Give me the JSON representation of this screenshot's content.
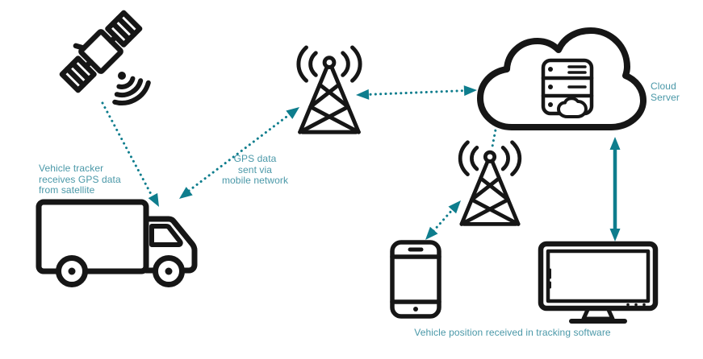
{
  "colors": {
    "accent": "#0e7d8d",
    "label": "#4a98a8",
    "icon": "#161616",
    "background": "#ffffff"
  },
  "labels": {
    "vehicle_tracker": {
      "line1": "Vehicle tracker",
      "line2": "receives GPS data",
      "line3": "from satellite"
    },
    "gps_data": {
      "line1": "GPS data",
      "line2": "sent via",
      "line3": "mobile network"
    },
    "cloud_server": {
      "line1": "Cloud",
      "line2": "Server"
    },
    "bottom": "Vehicle position received in tracking software"
  },
  "icons": [
    "satellite-icon",
    "truck-icon",
    "cell-tower-icon",
    "cloud-server-icon",
    "cell-tower-icon",
    "smartphone-icon",
    "monitor-icon"
  ],
  "connections": [
    {
      "from": "satellite",
      "to": "truck",
      "style": "dotted",
      "arrows": "one-way"
    },
    {
      "from": "truck",
      "to": "cell-tower-1",
      "style": "dotted",
      "arrows": "two-way"
    },
    {
      "from": "cell-tower-1",
      "to": "cloud-server",
      "style": "dotted",
      "arrows": "two-way"
    },
    {
      "from": "cloud-server",
      "to": "cell-tower-2",
      "style": "dotted",
      "arrows": "none"
    },
    {
      "from": "cell-tower-2",
      "to": "smartphone",
      "style": "dotted",
      "arrows": "two-way"
    },
    {
      "from": "cloud-server",
      "to": "monitor",
      "style": "solid",
      "arrows": "two-way"
    }
  ]
}
